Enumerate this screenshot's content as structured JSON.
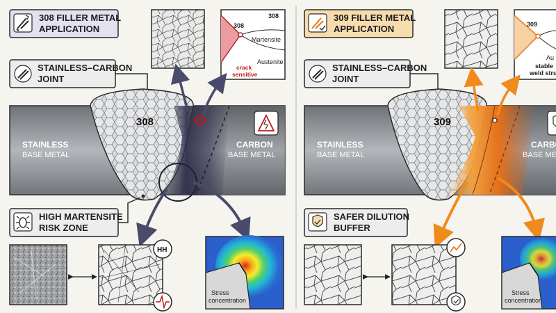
{
  "left": {
    "title": [
      "308 FILLER METAL",
      "APPLICATION"
    ],
    "joint_label": [
      "STAINLESS–CARBON",
      "JOINT"
    ],
    "zone_label": [
      "HIGH MARTENSITE",
      "RISK ZONE"
    ],
    "filler_number": "308",
    "stainless": [
      "STAINLESS",
      "BASE METAL"
    ],
    "carbon": [
      "CARBON",
      "BASE METAL"
    ],
    "inset": {
      "number": "308",
      "phase1": "Martensite",
      "phase2": "Austenite",
      "warning": [
        "crack",
        "sensitive"
      ]
    },
    "badge_text": "HH",
    "stress_label": [
      "Stress",
      "concentration"
    ]
  },
  "right": {
    "title": [
      "309 FILLER METAL",
      "APPLICATION"
    ],
    "joint_label": [
      "STAINLESS–CARBON",
      "JOINT"
    ],
    "zone_label": [
      "SAFER DILUTION",
      "BUFFER"
    ],
    "filler_number": "309",
    "stainless": [
      "STAINLESS",
      "BASE METAL"
    ],
    "carbon": [
      "CARBO",
      "BASE META"
    ],
    "inset": {
      "number": "309",
      "phase1": "Au",
      "note": [
        "stable",
        "weld stru"
      ]
    },
    "stress_label": [
      "Stress",
      "concentration"
    ]
  },
  "colors": {
    "accent_308": "#4a4a78",
    "accent_309": "#f08a1c",
    "warning": "#c4161c",
    "tag_308": "#e3e1ef",
    "tag_309": "#f7dcae"
  }
}
